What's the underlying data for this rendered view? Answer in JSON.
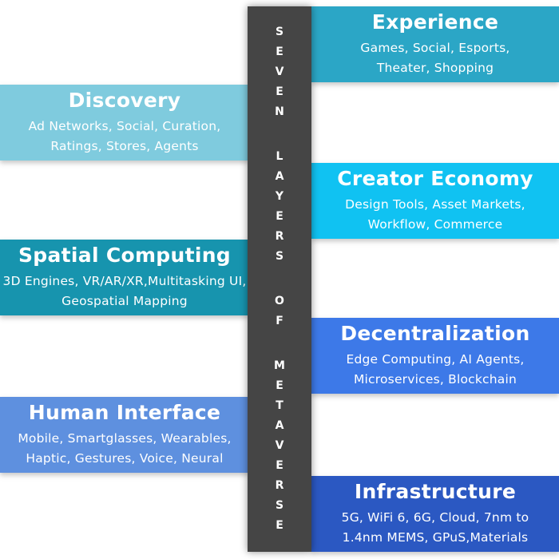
{
  "diagram": {
    "title_bar": {
      "words": [
        "SEVEN",
        "LAYERS",
        "OF",
        "METAVERSE"
      ],
      "background": "#454545",
      "text_color": "#ffffff"
    },
    "layers": [
      {
        "name": "Experience",
        "items": "Games, Social, Esports,\nTheater, Shopping",
        "side": "right",
        "color": "#2BA6C6"
      },
      {
        "name": "Discovery",
        "items": "Ad Networks, Social, Curation,\nRatings, Stores, Agents",
        "side": "left",
        "color": "#7FCBDE"
      },
      {
        "name": "Creator Economy",
        "items": "Design Tools, Asset Markets,\nWorkflow, Commerce",
        "side": "right",
        "color": "#10C2F2"
      },
      {
        "name": "Spatial Computing",
        "items": "3D Engines, VR/AR/XR,Multitasking UI,\nGeospatial Mapping",
        "side": "left",
        "color": "#1794AE"
      },
      {
        "name": "Decentralization",
        "items": "Edge Computing, AI Agents,\nMicroservices, Blockchain",
        "side": "right",
        "color": "#3D79E8"
      },
      {
        "name": "Human Interface",
        "items": "Mobile, Smartglasses, Wearables,\nHaptic, Gestures, Voice, Neural",
        "side": "left",
        "color": "#5E90DF"
      },
      {
        "name": "Infrastructure",
        "items": "5G, WiFi 6, 6G, Cloud, 7nm to\n1.4nm MEMS, GPuS,Materials",
        "side": "right",
        "color": "#2B58C2"
      }
    ]
  }
}
